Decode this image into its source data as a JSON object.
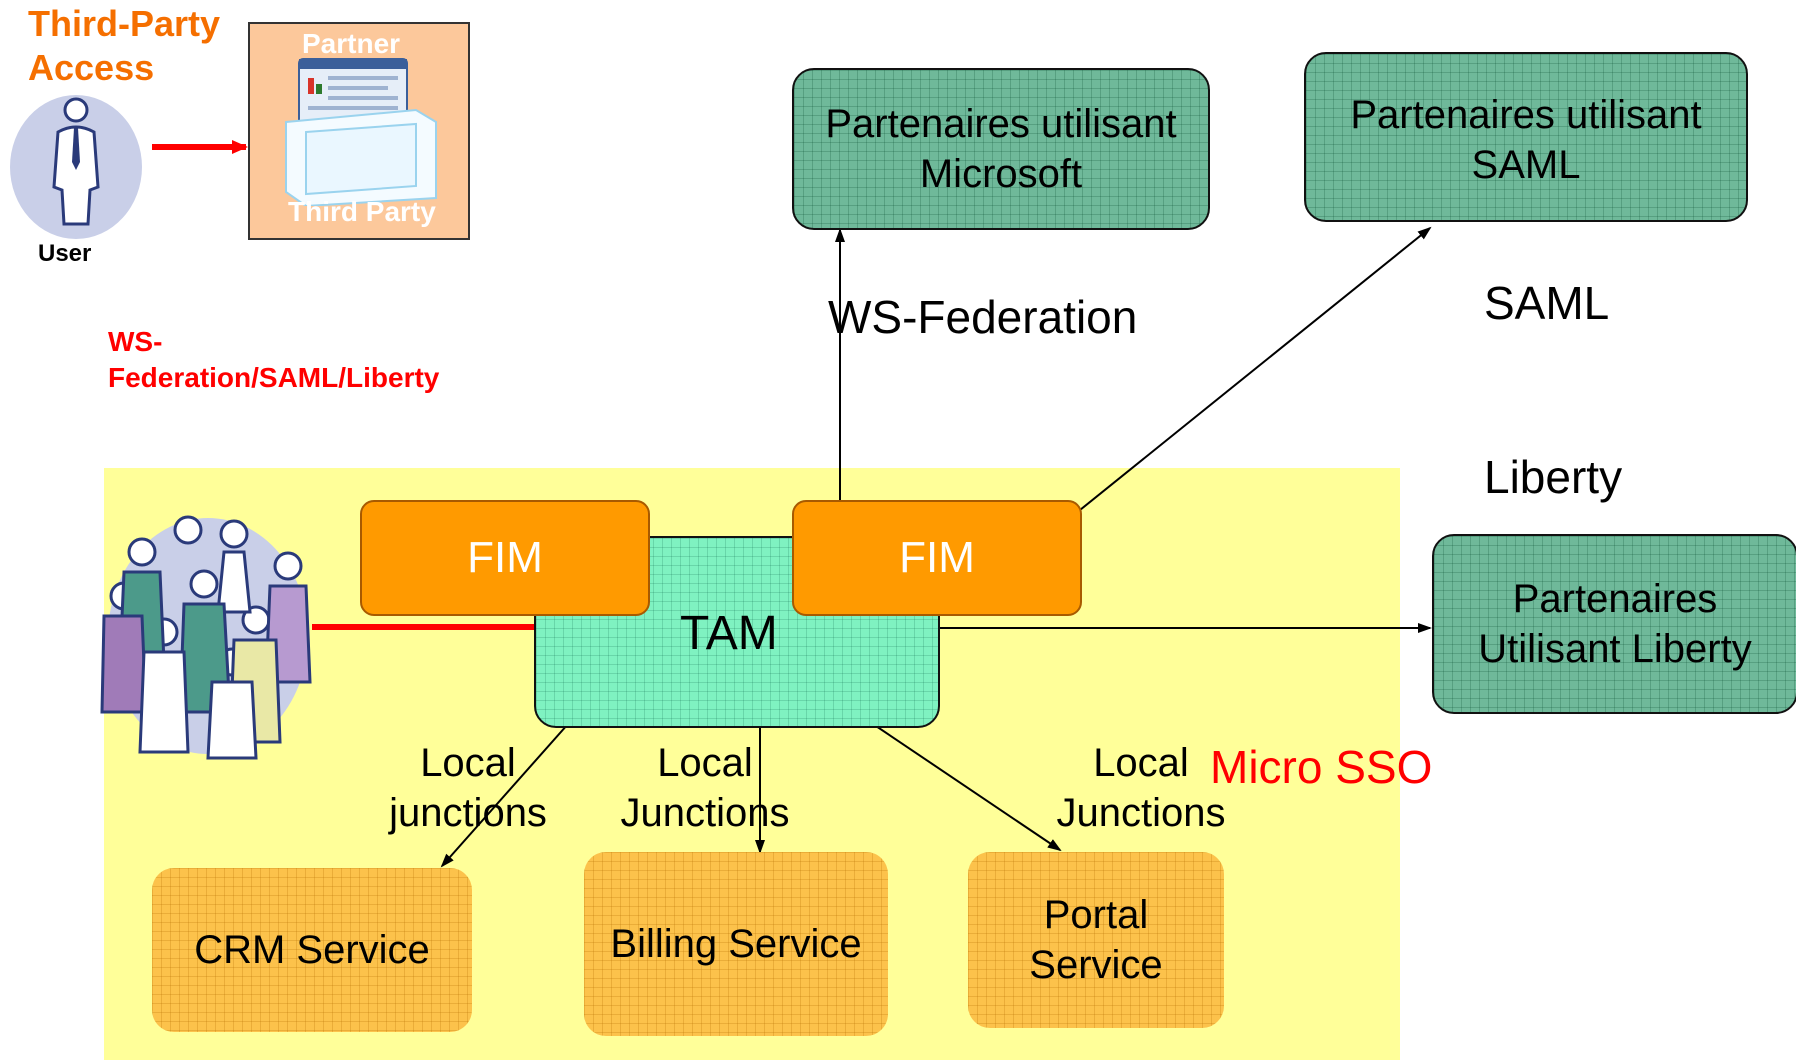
{
  "top_left": {
    "title": "Third-Party\nAccess",
    "partner_label": "Partner",
    "third_party_label": "Third Party",
    "user_label": "User"
  },
  "protocols_note": "WS-\nFederation/SAML/Liberty",
  "partners": {
    "microsoft": "Partenaires utilisant\nMicrosoft",
    "saml": "Partenaires utilisant\nSAML",
    "liberty": "Partenaires\nUtilisant Liberty"
  },
  "protocol_labels": {
    "ws_federation": "WS-Federation",
    "saml": "SAML",
    "liberty": "Liberty"
  },
  "fim_left": "FIM",
  "fim_right": "FIM",
  "tam": "TAM",
  "junctions": {
    "crm": "Local\njunctions",
    "billing": "Local\nJunctions",
    "portal": "Local\nJunctions"
  },
  "micro_sso": "Micro SSO",
  "services": {
    "crm": "CRM Service",
    "billing": "Billing Service",
    "portal": "Portal\nService"
  },
  "colors": {
    "zone": "#ffff99",
    "partner_box": "#6fb99a",
    "tam_box": "#7ff2c1",
    "service_box": "#fcc24b",
    "fim_box": "#ff9a00",
    "accent_red": "#ff0000",
    "accent_orange": "#f56f00"
  }
}
